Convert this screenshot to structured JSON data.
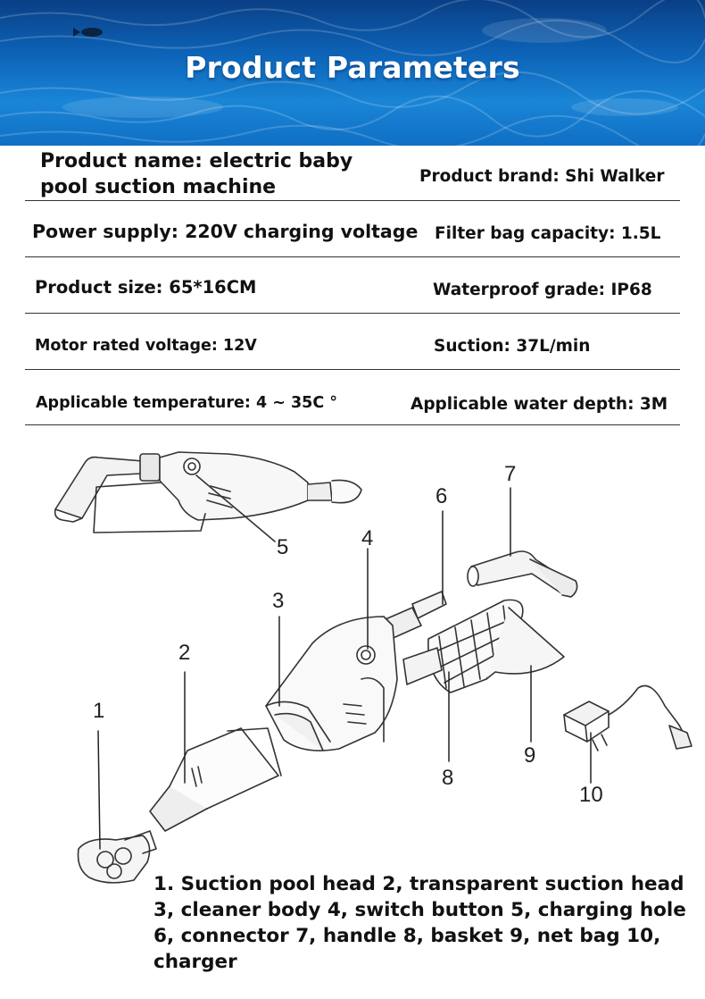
{
  "banner": {
    "title": "Product Parameters"
  },
  "params": [
    {
      "left": "Product name: electric baby pool suction machine",
      "right": "Product brand: Shi Walker"
    },
    {
      "left": "Power supply: 220V charging voltage",
      "right": "Filter bag capacity: 1.5L"
    },
    {
      "left": "Product size: 65*16CM",
      "right": "Waterproof grade: IP68"
    },
    {
      "left": "Motor rated voltage: 12V",
      "right": "Suction: 37L/min"
    },
    {
      "left": "Applicable temperature: 4 ~ 35C °",
      "right": "Applicable water depth: 3M"
    }
  ],
  "diagram": {
    "labels": [
      "1",
      "2",
      "3",
      "4",
      "5",
      "6",
      "7",
      "8",
      "9",
      "10"
    ]
  },
  "description": "1. Suction pool head 2, transparent suction head 3, cleaner body 4, switch button 5, charging hole 6, connector 7, handle 8, basket 9, net bag 10, charger",
  "colors": {
    "banner_deep": "#0a3f86",
    "banner_light": "#1a85d6",
    "line": "#333333",
    "text": "#111111"
  }
}
